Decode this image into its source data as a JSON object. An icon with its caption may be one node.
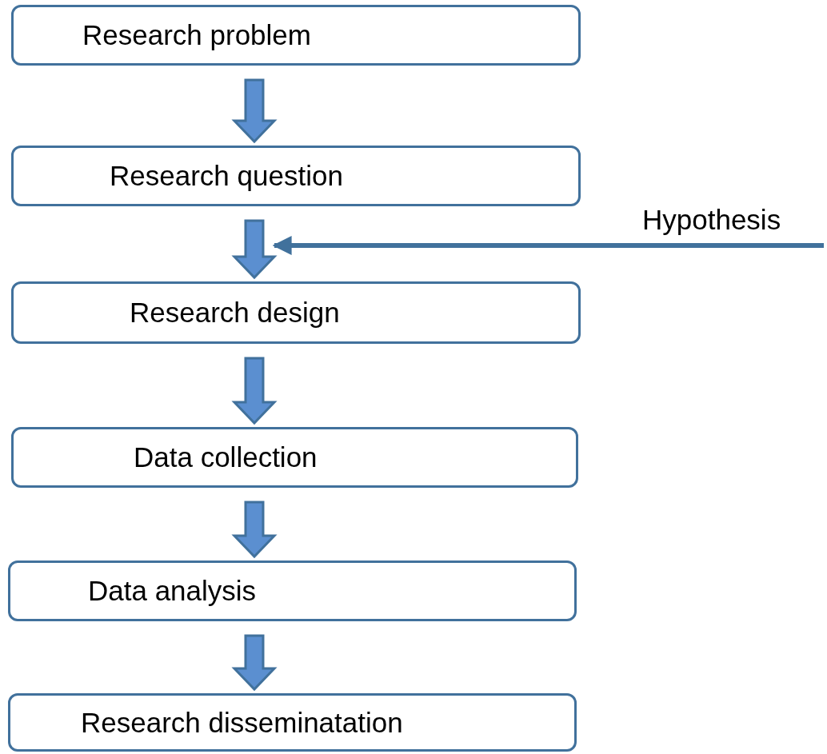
{
  "diagram": {
    "nodes": [
      {
        "text": [
          "Research problem"
        ]
      },
      {
        "text": [
          "Research question"
        ]
      },
      {
        "text": [
          "Research design"
        ]
      },
      {
        "text": [
          "Data collection"
        ]
      },
      {
        "text": [
          "Data analysis"
        ]
      },
      {
        "text": [
          "Research disseminatation"
        ]
      },
      {
        "text": [
          "Hypothesis"
        ]
      }
    ],
    "edges": [
      {
        "from": 0,
        "to": 1,
        "arrow": "to"
      },
      {
        "from": 1,
        "to": 2,
        "arrow": "to"
      },
      {
        "from": 2,
        "to": 3,
        "arrow": "to"
      },
      {
        "from": 3,
        "to": 4,
        "arrow": "to"
      },
      {
        "from": 4,
        "to": 5,
        "arrow": "to"
      },
      {
        "from": 6,
        "to": null,
        "arrow": "to"
      }
    ]
  }
}
